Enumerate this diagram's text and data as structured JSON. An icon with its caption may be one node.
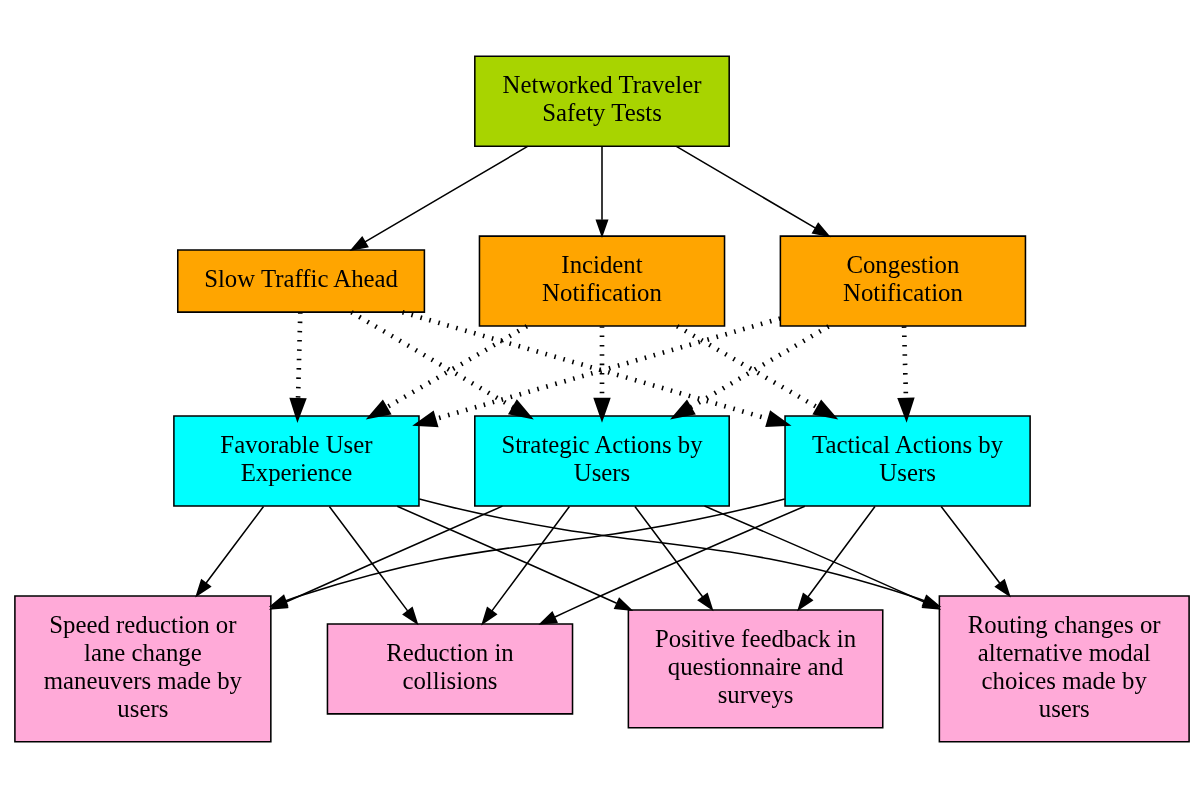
{
  "diagram": {
    "nodes": [
      {
        "text": [
          "Networked Traveler Safety Tests"
        ]
      },
      {
        "text": [
          "Slow Traffic Ahead"
        ]
      },
      {
        "text": [
          "Incident Notification"
        ]
      },
      {
        "text": [
          "Congestion Notification"
        ]
      },
      {
        "text": [
          "Favorable User Experience"
        ]
      },
      {
        "text": [
          "Strategic Actions by Users"
        ]
      },
      {
        "text": [
          "Tactical Actions by Users"
        ]
      },
      {
        "text": [
          "Positive feedback in questionnaire and surveys"
        ]
      },
      {
        "text": [
          "Routing changes or alternative modal choices made by users"
        ]
      },
      {
        "text": [
          "Speed reduction or lane change maneuvers made by users"
        ]
      },
      {
        "text": [
          "Reduction in collisions"
        ]
      }
    ],
    "edges": [
      {
        "from": 0,
        "to": 1,
        "arrow": "to"
      },
      {
        "from": 0,
        "to": 2,
        "arrow": "to"
      },
      {
        "from": 0,
        "to": 3,
        "arrow": "to"
      },
      {
        "from": 1,
        "to": 4,
        "arrow": "to",
        "style": "dashed"
      },
      {
        "from": 1,
        "to": 5,
        "arrow": "to",
        "style": "dashed"
      },
      {
        "from": 1,
        "to": 6,
        "arrow": "to",
        "style": "dashed"
      },
      {
        "from": 2,
        "to": 4,
        "arrow": "to",
        "style": "dashed"
      },
      {
        "from": 2,
        "to": 5,
        "arrow": "to",
        "style": "dashed"
      },
      {
        "from": 2,
        "to": 6,
        "arrow": "to",
        "style": "dashed"
      },
      {
        "from": 3,
        "to": 4,
        "arrow": "to",
        "style": "dashed"
      },
      {
        "from": 3,
        "to": 5,
        "arrow": "to",
        "style": "dashed"
      },
      {
        "from": 3,
        "to": 6,
        "arrow": "to",
        "style": "dashed"
      },
      {
        "from": 4,
        "to": 7,
        "arrow": "to"
      },
      {
        "from": 4,
        "to": 8,
        "arrow": "to"
      },
      {
        "from": 4,
        "to": 9,
        "arrow": "to"
      },
      {
        "from": 4,
        "to": 10,
        "arrow": "to"
      },
      {
        "from": 5,
        "to": 7,
        "arrow": "to"
      },
      {
        "from": 5,
        "to": 8,
        "arrow": "to"
      },
      {
        "from": 5,
        "to": 9,
        "arrow": "to"
      },
      {
        "from": 5,
        "to": 10,
        "arrow": "to"
      },
      {
        "from": 6,
        "to": 7,
        "arrow": "to"
      },
      {
        "from": 6,
        "to": 8,
        "arrow": "to"
      },
      {
        "from": 6,
        "to": 9,
        "arrow": "to"
      },
      {
        "from": 6,
        "to": 10,
        "arrow": "to"
      }
    ]
  }
}
